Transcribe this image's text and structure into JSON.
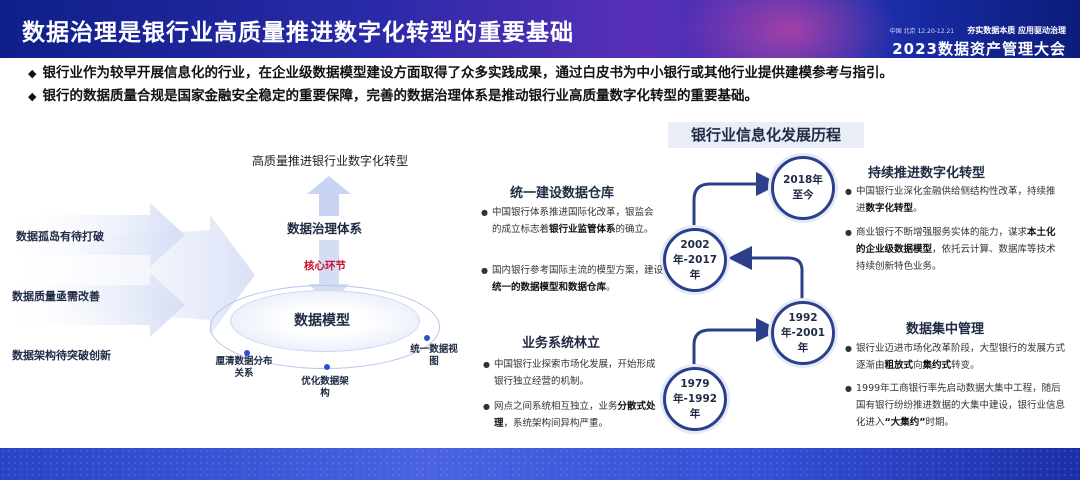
{
  "header": {
    "title": "数据治理是银行业高质量推进数字化转型的重要基础",
    "brand_small": "中国 北京 12.20-12.21",
    "brand_slogan": "夯实数据本质 应用驱动治理",
    "brand_event": "2023数据资产管理大会"
  },
  "bullets": [
    "银行业作为较早开展信息化的行业，在企业级数据模型建设方面取得了众多实践成果，通过白皮书为中小银行或其他行业提供建模参考与指引。",
    "银行的数据质量合规是国家金融安全稳定的重要保障，完善的数据治理体系是推动银行业高质量数字化转型的重要基础。"
  ],
  "bullet_marker": "◆",
  "left_diagram": {
    "top_label": "高质量推进银行业数字化转型",
    "system_label": "数据治理体系",
    "core_label": "核心环节",
    "model_label": "数据模型",
    "inputs": [
      "数据孤岛有待打破",
      "数据质量亟需改善",
      "数据架构待突破创新"
    ],
    "ring_items": [
      "厘清数据分布关系",
      "优化数据架构",
      "统一数据视图"
    ]
  },
  "timeline": {
    "title": "银行业信息化发展历程",
    "nodes": [
      "1979年-1992年",
      "1992年-2001年",
      "2002年-2017年",
      "2018年至今"
    ],
    "blocks": [
      {
        "title": "业务系统林立",
        "items": [
          {
            "text": "中国银行业探索市场化发展，开始形成银行独立经营的机制。",
            "bold": ""
          },
          {
            "text_pre": "网点之间系统相互独立，业务",
            "bold": "分散式处理",
            "text_post": "，系统架构间异构严重。"
          }
        ]
      },
      {
        "title": "数据集中管理",
        "items": [
          {
            "text_pre": "银行业迈进市场化改革阶段，大型银行的发展方式逐渐由",
            "bold": "粗放式",
            "mid": "向",
            "bold2": "集约式",
            "text_post": "转变。"
          },
          {
            "text_pre": "1999年工商银行率先启动数据大集中工程，随后国有银行纷纷推进数据的大集中建设，银行业信息化进入",
            "bold": "“大集约”",
            "text_post": "时期。"
          }
        ]
      },
      {
        "title": "统一建设数据仓库",
        "items": [
          {
            "text_pre": "中国银行体系推进国际化改革，银监会的成立标志着",
            "bold": "银行业监管体系",
            "text_post": "的确立。"
          },
          {
            "text_pre": "国内银行参考国际主流的模型方案，建设",
            "bold": "统一的数据模型和数据仓库",
            "text_post": "。"
          }
        ]
      },
      {
        "title": "持续推进数字化转型",
        "items": [
          {
            "text_pre": "中国银行业深化金融供给侧结构性改革，持续推进",
            "bold": "数字化转型",
            "text_post": "。"
          },
          {
            "text_pre": "商业银行不断增强服务实体的能力，谋求",
            "bold": "本土化的企业级数据模型",
            "text_post": "，依托云计算、数据库等技术持续创新特色业务。"
          }
        ]
      }
    ]
  },
  "colors": {
    "header_blue": "#1d2fb0",
    "accent_red": "#c8102e",
    "timeline_navy": "#2c3f8a",
    "arrow_light": "#c9d4f2"
  }
}
